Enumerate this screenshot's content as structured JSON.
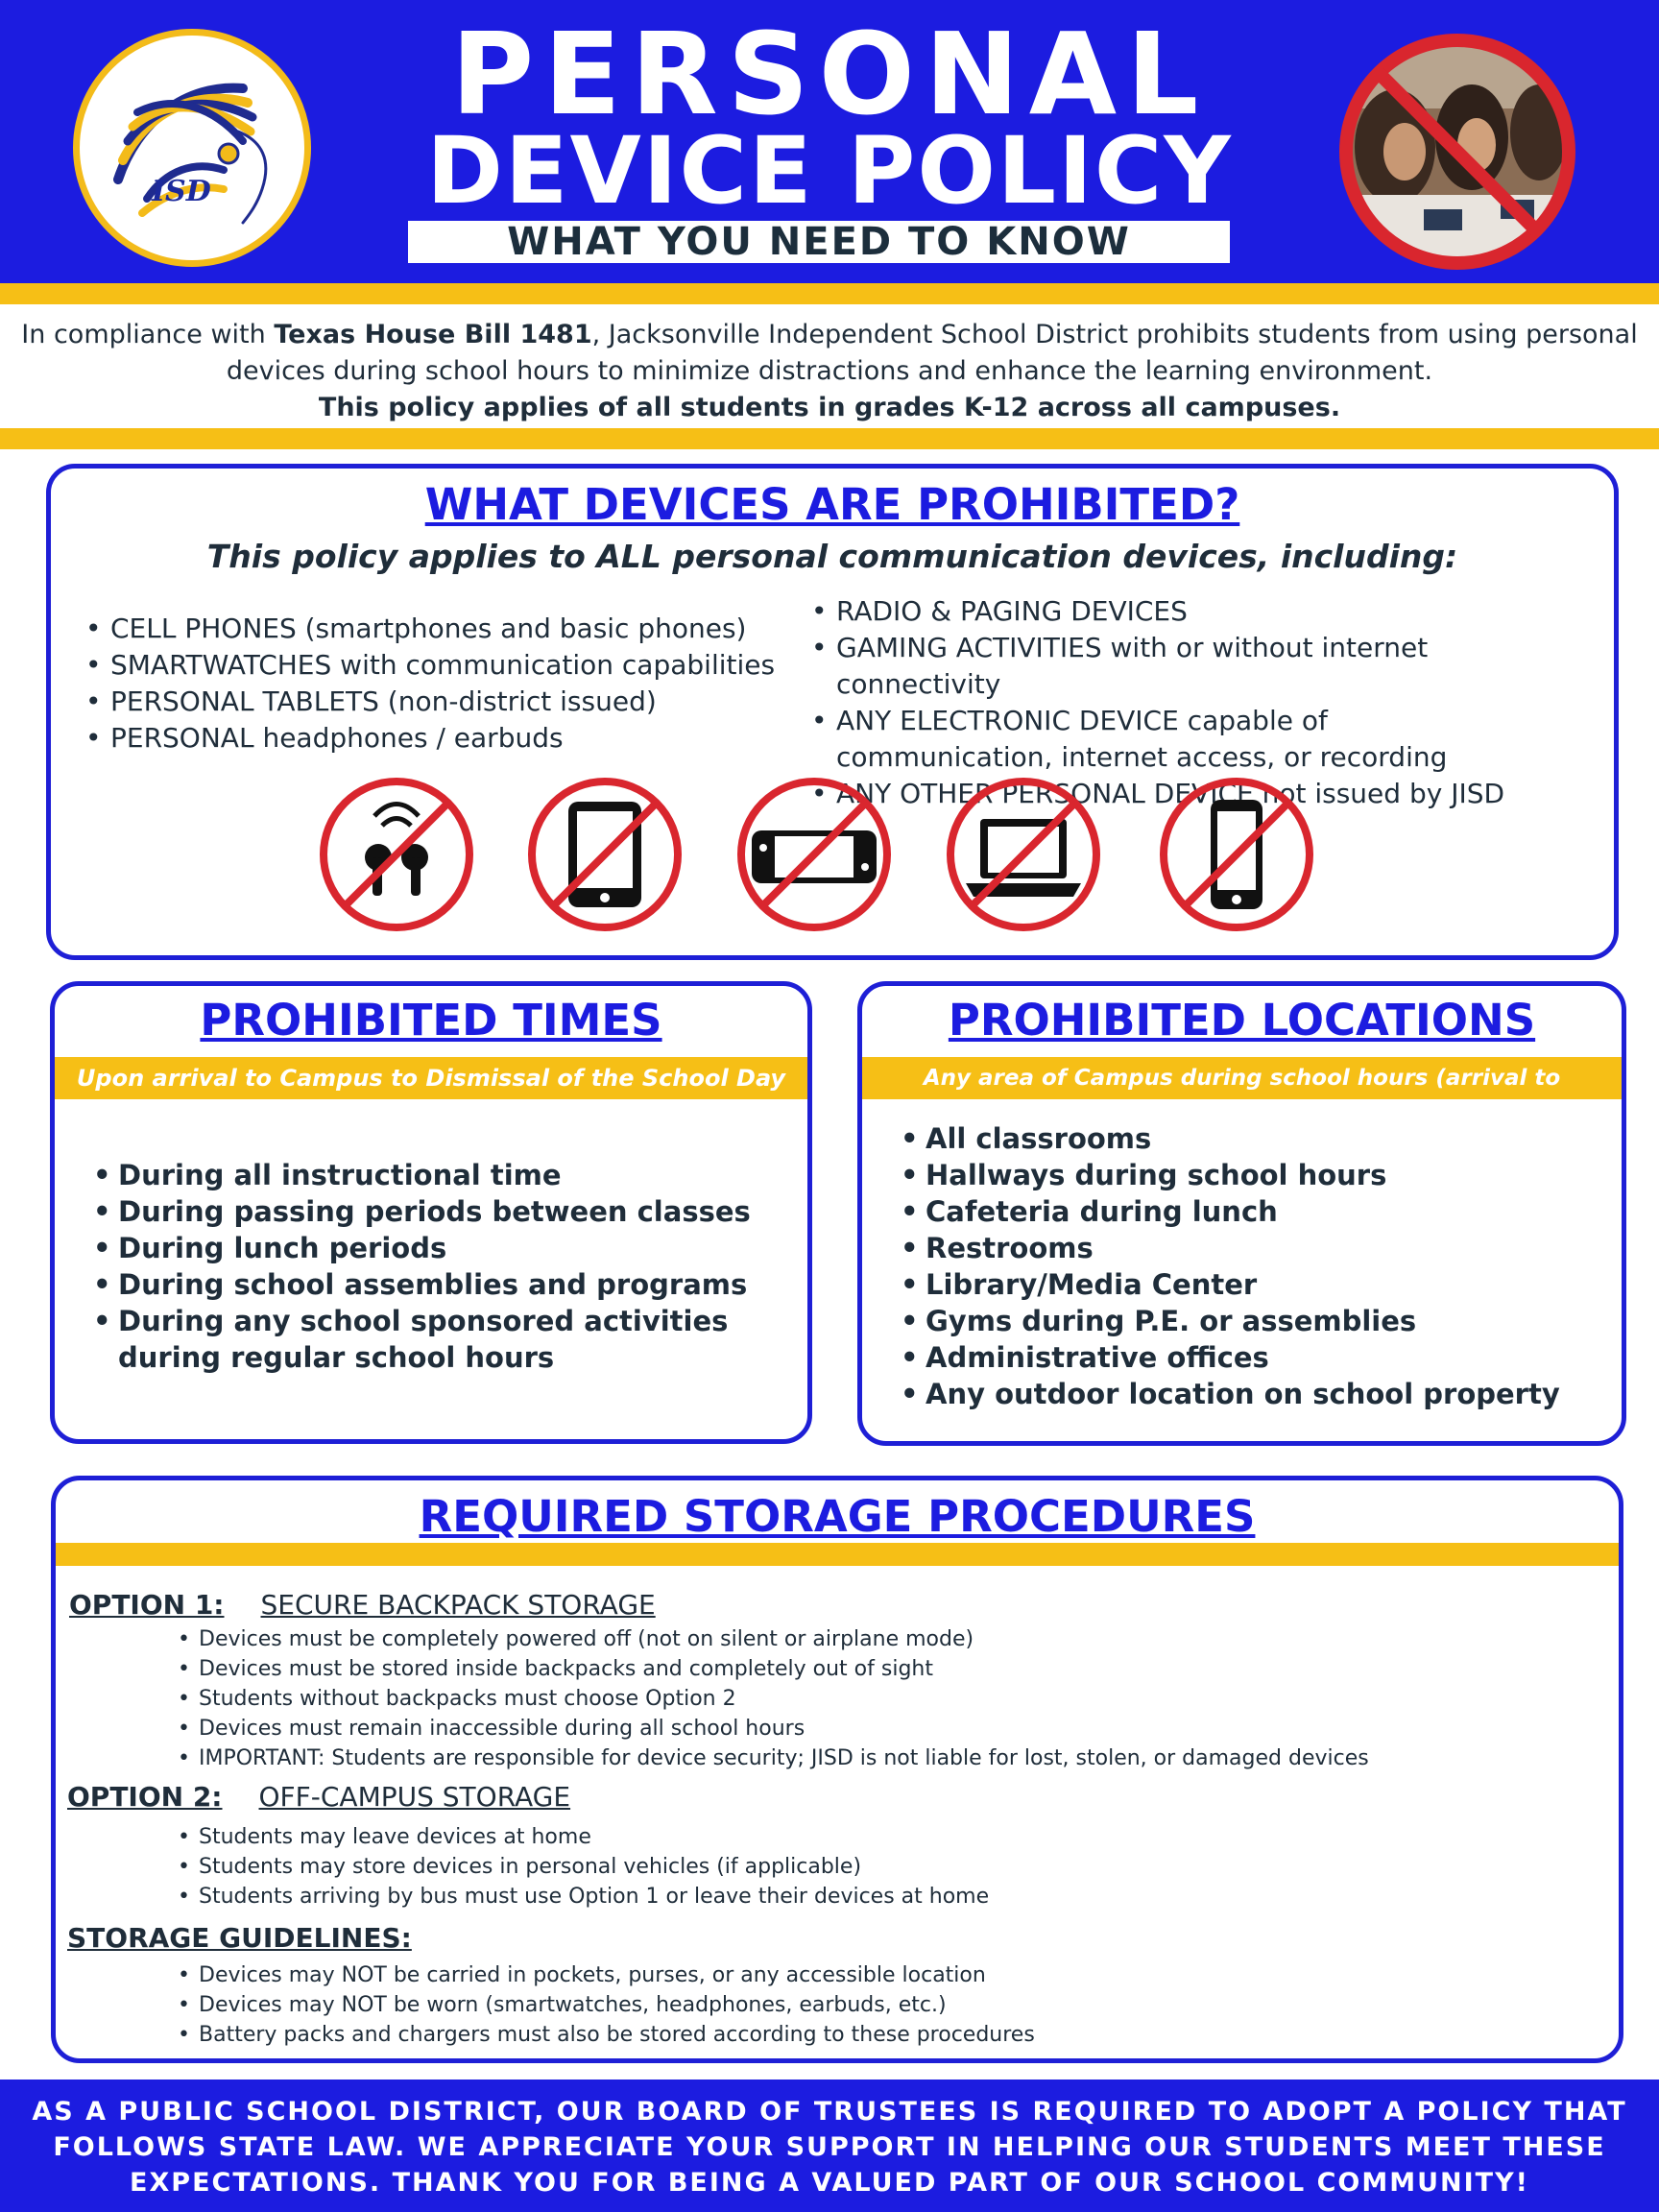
{
  "header": {
    "title_line1": "PERSONAL",
    "title_line2": "DEVICE POLICY",
    "subtitle": "WHAT YOU NEED TO KNOW",
    "logo_text": "ISD",
    "colors": {
      "primary_blue": "#1c1ce0",
      "gold": "#f6bf16",
      "prohibit_red": "#d9262e"
    }
  },
  "intro": {
    "part1": "In compliance with ",
    "bill": "Texas House Bill 1481",
    "part2": ", Jacksonville Independent School District prohibits students from using personal",
    "line2": "devices during school hours to minimize distractions and enhance the learning environment.",
    "line3": "This policy applies of all students in grades K-12 across all campuses."
  },
  "devices": {
    "heading": "WHAT DEVICES ARE PROHIBITED?",
    "subheading": "This policy applies to ALL personal communication devices, including:",
    "left_items": [
      "CELL PHONES (smartphones and basic phones)",
      "SMARTWATCHES with communication capabilities",
      "PERSONAL TABLETS (non-district issued)",
      "PERSONAL headphones / earbuds"
    ],
    "right_items": [
      "RADIO & PAGING DEVICES",
      "GAMING ACTIVITIES with or without internet connectivity",
      "ANY ELECTRONIC DEVICE capable of communication, internet access, or recording",
      "ANY OTHER PERSONAL DEVICE not issued by JISD"
    ],
    "icons": [
      "no-earbuds-icon",
      "no-tablet-icon",
      "no-game-console-icon",
      "no-laptop-icon",
      "no-phone-icon"
    ]
  },
  "times": {
    "heading": "PROHIBITED TIMES",
    "band": "Upon arrival to Campus to Dismissal of the School Day",
    "items": [
      "During all instructional time",
      "During passing periods between classes",
      "During lunch periods",
      "During school assemblies and programs",
      "During any school sponsored activities during regular school hours"
    ]
  },
  "locations": {
    "heading": "PROHIBITED LOCATIONS",
    "band": "Any area of Campus during school hours (arrival to dismissal)",
    "items": [
      "All classrooms",
      "Hallways during school hours",
      "Cafeteria during lunch",
      "Restrooms",
      "Library/Media Center",
      "Gyms during P.E. or assemblies",
      "Administrative offices",
      "Any outdoor location on school property"
    ]
  },
  "storage": {
    "heading": "REQUIRED STORAGE PROCEDURES",
    "option1": {
      "label": "OPTION 1:",
      "title": "SECURE BACKPACK STORAGE",
      "items": [
        "Devices must be completely powered off (not on silent or airplane mode)",
        "Devices must be stored inside backpacks and completely out of sight",
        "Students without backpacks must choose Option 2",
        "Devices must remain inaccessible during all school hours",
        "IMPORTANT:  Students are responsible for device security; JISD is not liable for lost, stolen, or damaged devices"
      ]
    },
    "option2": {
      "label": "OPTION 2:",
      "title": "OFF-CAMPUS STORAGE",
      "items": [
        "Students may leave devices at home",
        "Students may store devices in personal vehicles (if applicable)",
        "Students arriving by bus must use Option 1 or leave their devices at home"
      ]
    },
    "guidelines": {
      "label": "STORAGE GUIDELINES:",
      "items": [
        "Devices may NOT be carried in pockets, purses, or any accessible location",
        "Devices may NOT be worn (smartwatches, headphones, earbuds, etc.)",
        "Battery packs and chargers must also be stored according to these procedures"
      ]
    }
  },
  "footer": {
    "line1": "AS A PUBLIC SCHOOL DISTRICT, OUR BOARD OF TRUSTEES IS REQUIRED TO ADOPT A POLICY THAT",
    "line2": "FOLLOWS STATE LAW. WE APPRECIATE YOUR SUPPORT IN HELPING OUR STUDENTS MEET THESE",
    "line3": "EXPECTATIONS. THANK YOU FOR BEING A VALUED PART OF OUR SCHOOL COMMUNITY!"
  }
}
